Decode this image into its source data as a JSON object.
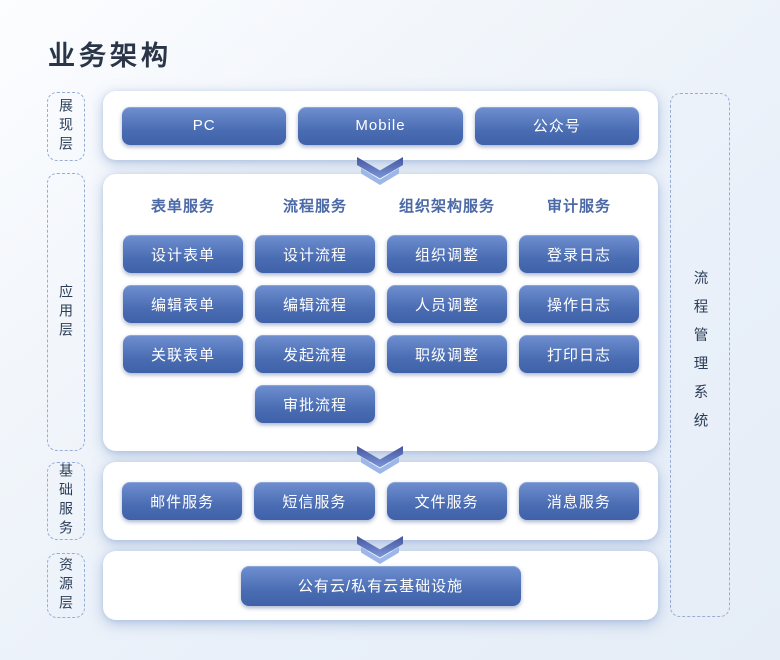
{
  "page": {
    "title": "业务架构"
  },
  "colors": {
    "background": "#e9f0f9",
    "panel_bg": "#ffffff",
    "node_gradient_top": "#6f8fd0",
    "node_gradient_bottom": "#3f61a9",
    "node_text": "#ffffff",
    "column_header_text": "#4a69a6",
    "dashed_border": "#96aed6",
    "layer_label_text": "#2c3e57",
    "title_text": "#2a3648",
    "arrow_dark": "#45549f",
    "arrow_light": "#9db7e8"
  },
  "layers": {
    "presentation": {
      "label": "展现层"
    },
    "application": {
      "label": "应用层"
    },
    "services": {
      "label": "基础服务"
    },
    "resource": {
      "label": "资源层"
    }
  },
  "right_panel": {
    "label": "流程管理系统"
  },
  "presentation": {
    "nodes": [
      "PC",
      "Mobile",
      "公众号"
    ]
  },
  "application": {
    "columns": [
      {
        "header": "表单服务",
        "items": [
          "设计表单",
          "编辑表单",
          "关联表单"
        ]
      },
      {
        "header": "流程服务",
        "items": [
          "设计流程",
          "编辑流程",
          "发起流程",
          "审批流程"
        ]
      },
      {
        "header": "组织架构服务",
        "items": [
          "组织调整",
          "人员调整",
          "职级调整"
        ]
      },
      {
        "header": "审计服务",
        "items": [
          "登录日志",
          "操作日志",
          "打印日志"
        ]
      }
    ]
  },
  "services": {
    "nodes": [
      "邮件服务",
      "短信服务",
      "文件服务",
      "消息服务"
    ]
  },
  "resource": {
    "node": "公有云/私有云基础设施"
  },
  "icons": {
    "arrow": "double-chevron-down"
  }
}
